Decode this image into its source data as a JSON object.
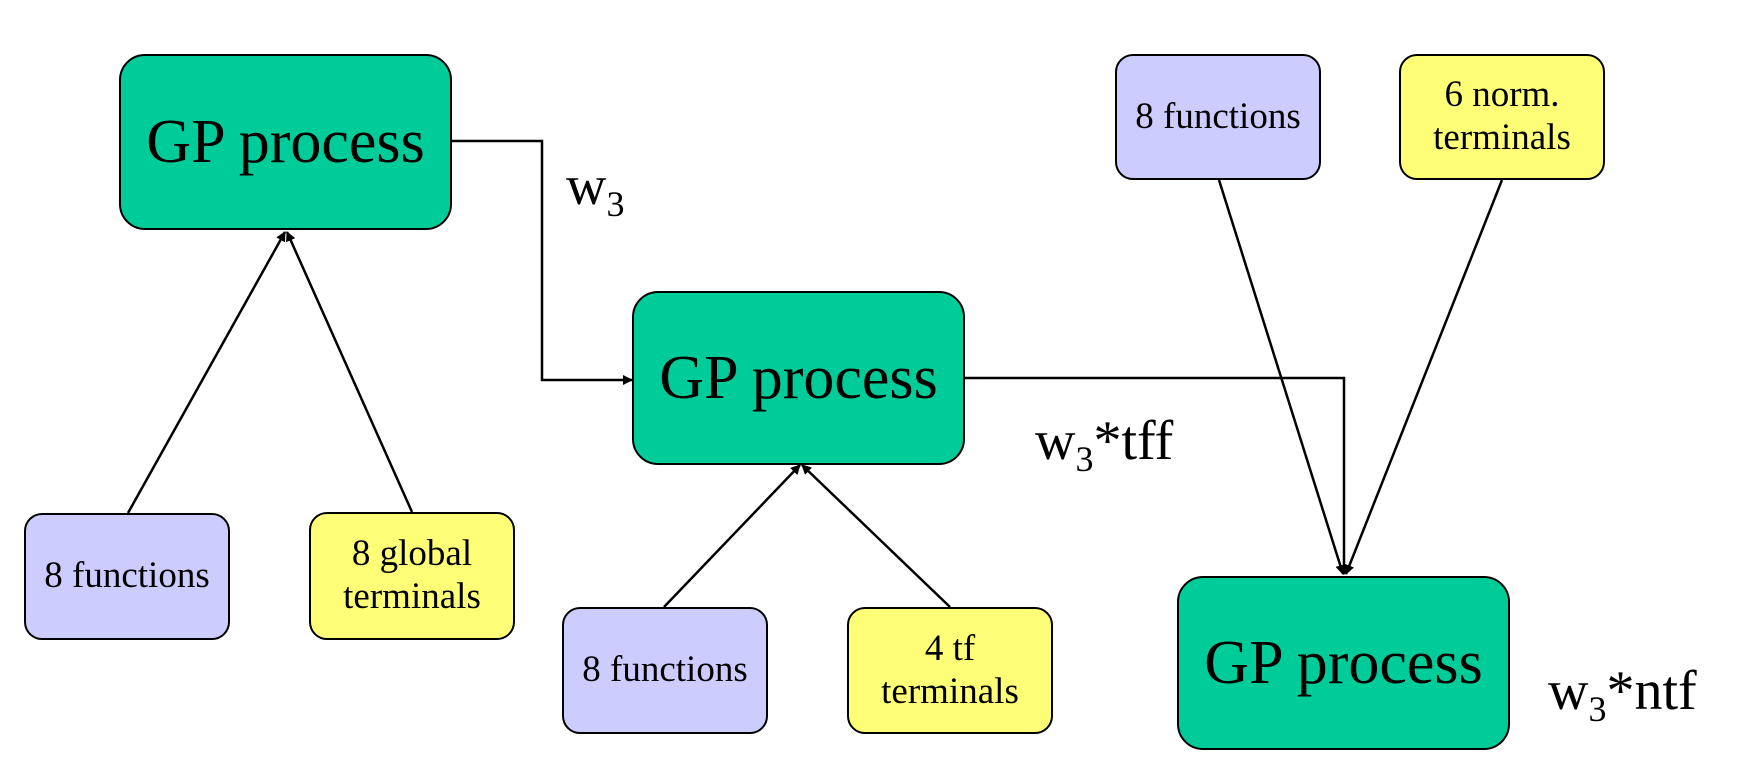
{
  "colors": {
    "process": "#00cc99",
    "functions": "#ccccff",
    "terminals": "#ffff77",
    "line": "#000000"
  },
  "nodes": {
    "process_1": "GP process",
    "process_2": "GP process",
    "process_3": "GP process",
    "func_1": "8 functions",
    "term_1": "8 global\nterminals",
    "func_2": "8 functions",
    "term_2": "4 tf\nterminals",
    "func_3": "8 functions",
    "term_3": "6 norm.\nterminals"
  },
  "labels": {
    "w3": {
      "base": "w",
      "sub": "3",
      "suffix": ""
    },
    "w3_tff": {
      "base": "w",
      "sub": "3",
      "suffix": "*tff"
    },
    "w3_ntf": {
      "base": "w",
      "sub": "3",
      "suffix": "*ntf"
    }
  }
}
